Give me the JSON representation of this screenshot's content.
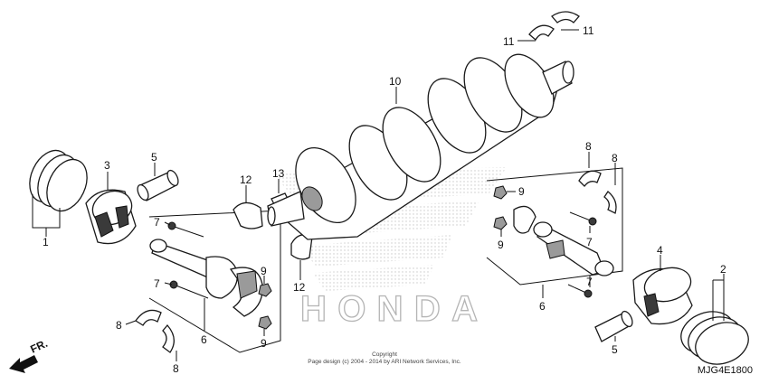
{
  "watermark": "HONDA",
  "direction_label": "FR.",
  "copyright_line1": "Copyright",
  "copyright_line2": "Page design (c) 2004 - 2014 by ARI Network Services, Inc.",
  "diagram_code": "MJG4E1800",
  "callouts": {
    "c1": "1",
    "c2": "2",
    "c3": "3",
    "c5a": "5",
    "c5b": "5",
    "c6a": "6",
    "c6b": "6",
    "c7a": "7",
    "c7b": "7",
    "c7c": "7",
    "c7d": "7",
    "c8a": "8",
    "c8b": "8",
    "c8c": "8",
    "c8d": "8",
    "c9a": "9",
    "c9b": "9",
    "c9c": "9",
    "c9d": "9",
    "c10": "10",
    "c11a": "11",
    "c11b": "11",
    "c12a": "12",
    "c12b": "12",
    "c13": "13"
  }
}
